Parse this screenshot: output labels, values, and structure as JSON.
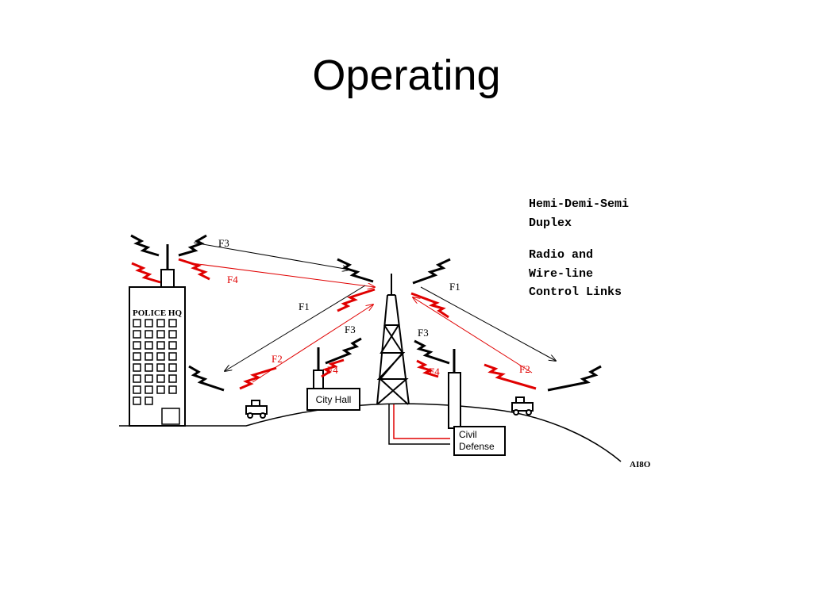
{
  "title": "Operating",
  "caption": {
    "line1": "Hemi-Demi-Semi",
    "line2": "Duplex",
    "line3": "Radio and",
    "line4": "Wire-line",
    "line5": "Control Links"
  },
  "labels": {
    "f1_left": "F1",
    "f1_right": "F1",
    "f2_left": "F2",
    "f2_right": "F2",
    "f3_top": "F3",
    "f3_cityhall": "F3",
    "f3_civil": "F3",
    "f4_top": "F4",
    "f4_cityhall": "F4",
    "f4_civil": "F4"
  },
  "buildings": {
    "police": "POLICE HQ",
    "city_hall": "City Hall",
    "civil_line1": "Civil",
    "civil_line2": "Defense"
  },
  "credit": "AI8O",
  "colors": {
    "signal": "#e00000",
    "ink": "#000000"
  }
}
